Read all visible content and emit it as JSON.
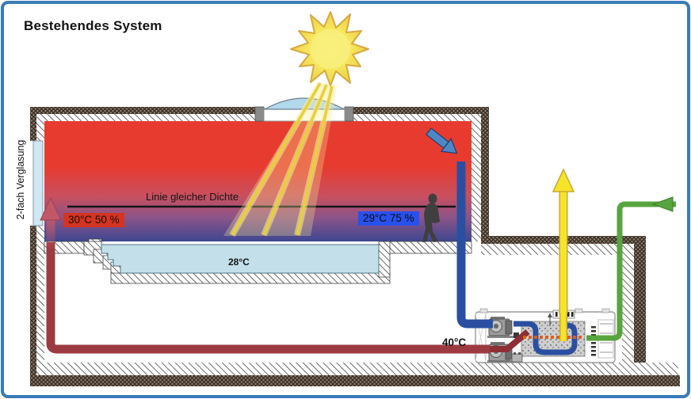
{
  "title": "Bestehendes System",
  "diagram": {
    "glazing_label": "2-fach Verglasung",
    "density_line_label": "Linie gleicher Dichte",
    "air_warm_label": "30°C 50 %",
    "air_cool_label": "29°C 75 %",
    "pool_label": "28°C",
    "return_pipe_label": "40°C"
  },
  "colors": {
    "frame": "#3a7cb8",
    "hot_air": "#e73b30",
    "cool_air": "#3d4791",
    "warm_label_bg": "#d43420",
    "cool_label_bg": "#2850ec",
    "pool_water": "#c3e0ea",
    "pipe_return": "#9c3a42",
    "pipe_exhaust_indoor": "#2b4fa0",
    "pipe_exhaust_outlet": "#f6e42c",
    "pipe_fresh_air": "#57a53e",
    "sun": "#f3df55",
    "heated_air_dashes": "#d95f1e"
  }
}
